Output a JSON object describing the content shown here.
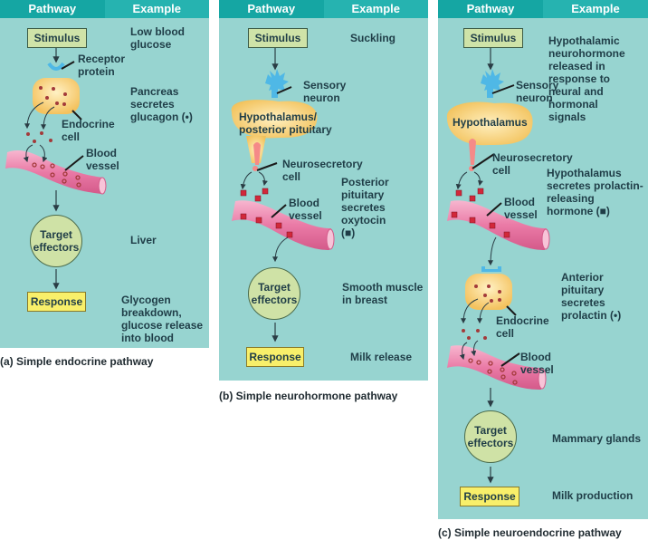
{
  "headers": {
    "pathway": "Pathway",
    "example": "Example"
  },
  "panels": {
    "a": {
      "caption": "(a) Simple endocrine pathway",
      "stimulus": "Stimulus",
      "receptor_label": "Receptor\nprotein",
      "endocrine_label": "Endocrine\ncell",
      "vessel_label": "Blood\nvessel",
      "target": "Target\neffectors",
      "response": "Response",
      "examples": {
        "stimulus": "Low blood\nglucose",
        "secretion": "Pancreas\nsecretes\nglucagon (•)",
        "target": "Liver",
        "response": "Glycogen\nbreakdown,\nglucose release\ninto blood"
      }
    },
    "b": {
      "caption": "(b) Simple neurohormone pathway",
      "stimulus": "Stimulus",
      "sensory_label": "Sensory\nneuron",
      "organ_label": "Hypothalamus/\nposterior pituitary",
      "neurosecretory_label": "Neurosecretory\ncell",
      "vessel_label": "Blood\nvessel",
      "target": "Target\neffectors",
      "response": "Response",
      "examples": {
        "stimulus": "Suckling",
        "secretion": "Posterior pituitary\nsecretes oxytocin\n(■)",
        "target": "Smooth muscle\nin breast",
        "response": "Milk release"
      }
    },
    "c": {
      "caption": "(c) Simple neuroendocrine pathway",
      "stimulus": "Stimulus",
      "sensory_label": "Sensory\nneuron",
      "organ_label": "Hypothalamus",
      "neurosecretory_label": "Neurosecretory\ncell",
      "vessel1_label": "Blood\nvessel",
      "endocrine_label": "Endocrine\ncell",
      "vessel2_label": "Blood\nvessel",
      "target": "Target\neffectors",
      "response": "Response",
      "examples": {
        "stimulus": "Hypothalamic\nneurohormone\nreleased in\nresponse to\nneural and\nhormonal\nsignals",
        "hypothalamus": "Hypothalamus\nsecretes prolactin-\nreleasing\nhormone (■)",
        "pituitary": "Anterior\npituitary\nsecretes\nprolactin (•)",
        "target": "Mammary glands",
        "response": "Milk production"
      }
    }
  },
  "colors": {
    "panel_bg": "#97d4d0",
    "header_pathway": "#15a6a3",
    "header_example": "#26b3b0",
    "stimulus_box": "#cfe3a8",
    "response_box": "#f8ef6a",
    "target_circle": "#cfe2a6",
    "vessel": "#ef8fb4",
    "hormone_square": "#d2283a",
    "endocrine_cell": "#f8cf78",
    "neuron": "#4fb8e6"
  }
}
